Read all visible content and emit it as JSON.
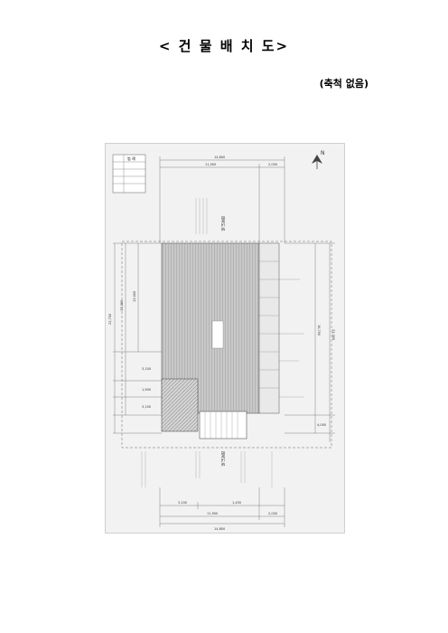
{
  "page": {
    "title": "< 건 물 배 치 도>",
    "scale_note": "(축척 없음)"
  },
  "drawing": {
    "north_label": "N",
    "road_label_top": "8M도로",
    "road_label_bottom": "8M도로",
    "dimensions": {
      "top_total": "14,800",
      "top_a": "11,500",
      "top_b": "2,000",
      "bottom_total": "14,800",
      "bottom_a": "11,900",
      "bottom_b": "2,000",
      "bottom_c": "3,200",
      "bottom_d": "1,450",
      "left_a": "17,000",
      "left_b": "22,700",
      "left_c": "13,600",
      "left_d": "3,100",
      "left_e": "1,900",
      "left_f": "3,100",
      "right_total": "23,300",
      "right_a": "16,700",
      "right_b": "4,000"
    },
    "legend_header": "범 례"
  },
  "colors": {
    "hatch": "#b5b5b5",
    "line": "#555555",
    "paper": "#f2f2f2"
  }
}
